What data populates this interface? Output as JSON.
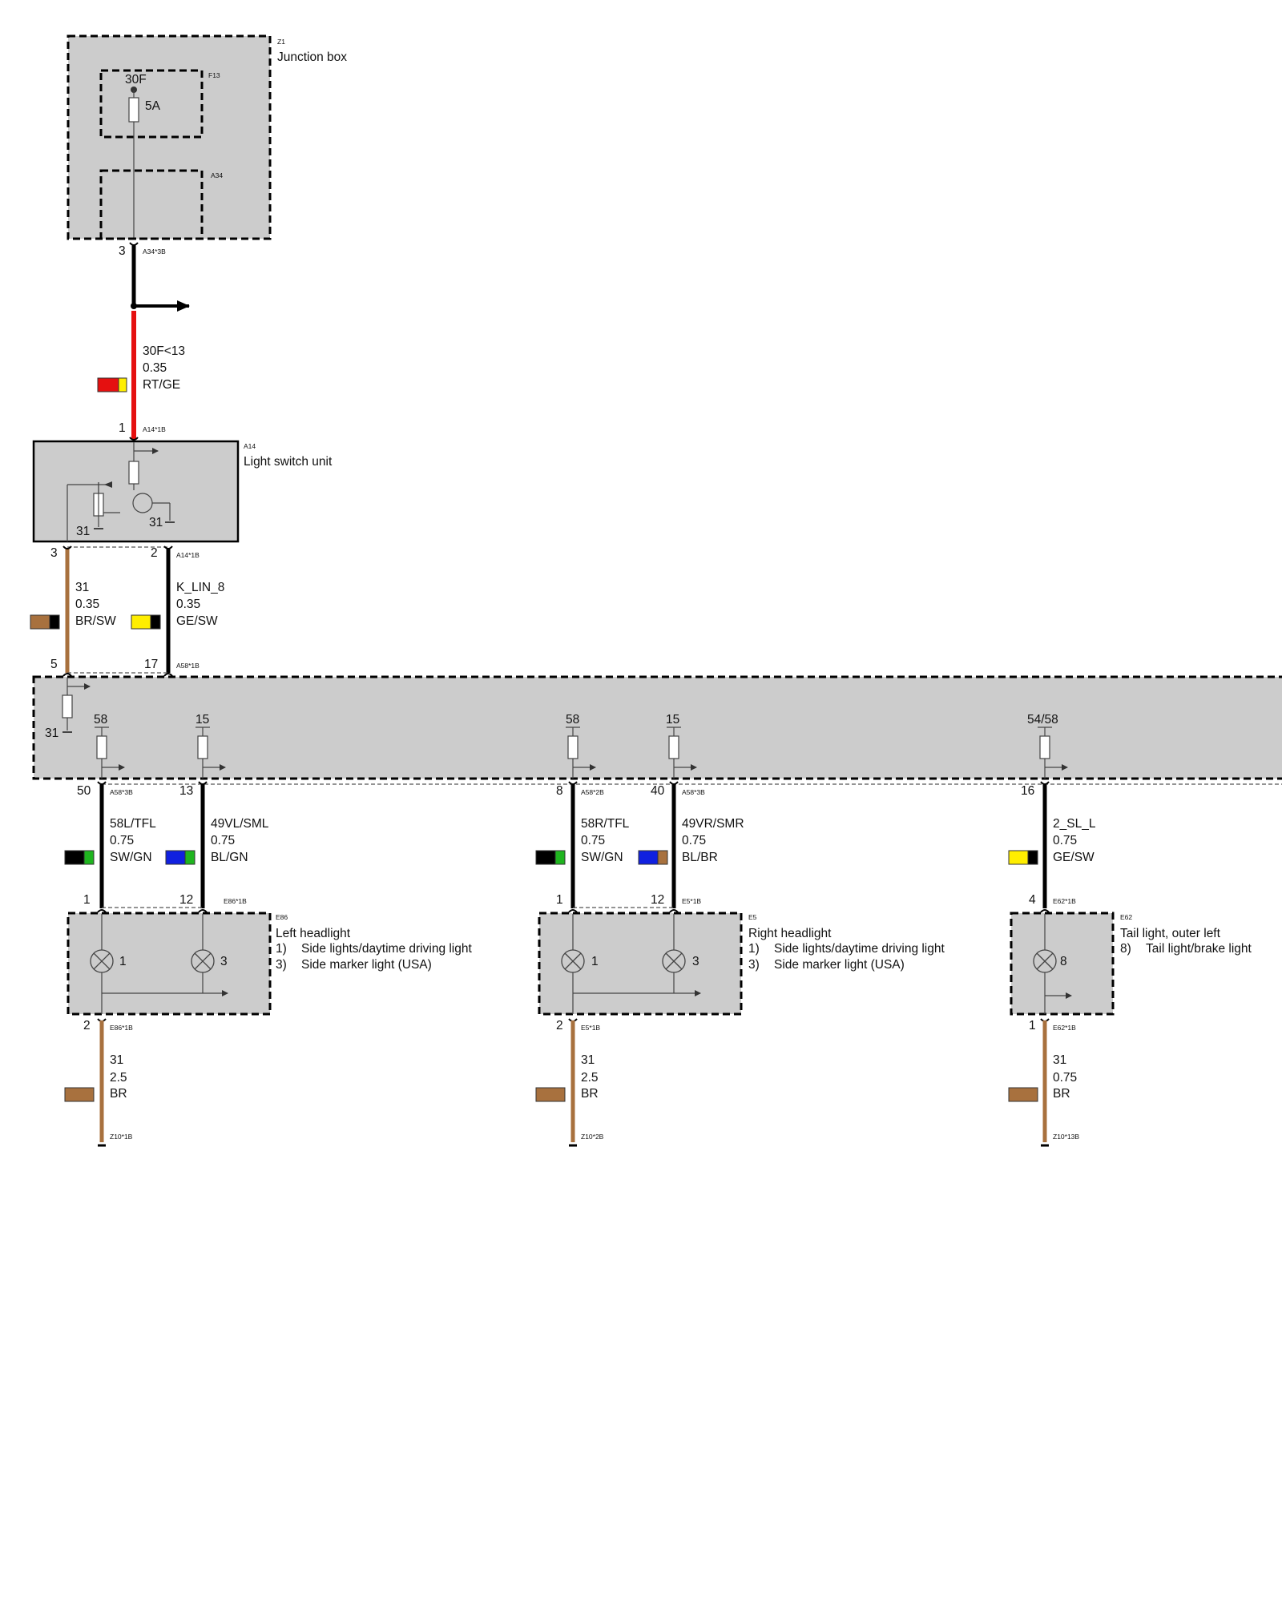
{
  "colors": {
    "box_fill": "#cccccc",
    "wire_black": "#000000",
    "wire_red": "#e51010",
    "wire_brown": "#a8713e",
    "swatch_yellow": "#ffee00",
    "swatch_green": "#1fb51f",
    "swatch_blue": "#1020e0",
    "swatch_brown": "#a8713e",
    "swatch_red": "#e51010"
  },
  "junction_box": {
    "id": "Z1",
    "name": "Junction box",
    "fuse_id": "F13",
    "fuse_terminal": "30F",
    "fuse_rating": "5A",
    "module_id": "A34",
    "pin": "3",
    "connector": "A34*3B"
  },
  "supply_wire": {
    "signal": "30F<13",
    "size": "0.35",
    "color": "RT/GE"
  },
  "light_switch": {
    "id": "A14",
    "name": "Light switch unit",
    "pin_in": "1",
    "connector_in": "A14*1B",
    "ground_left": "31",
    "ground_right": "31",
    "pin_out_left": "3",
    "pin_out_right": "2",
    "connector_out": "A14*1B"
  },
  "wire_ground_switch": {
    "signal": "31",
    "size": "0.35",
    "color": "BR/SW"
  },
  "wire_lin": {
    "signal": "K_LIN_8",
    "size": "0.35",
    "color": "GE/SW"
  },
  "control_unit": {
    "pin_left": "5",
    "pin_lin": "17",
    "connector": "A58*1B",
    "ground": "31",
    "terminals": [
      "58",
      "15",
      "58",
      "15",
      "54/58"
    ]
  },
  "outputs": [
    {
      "pin": "50",
      "connector": "A58*3B",
      "signal": "58L/TFL",
      "size": "0.75",
      "color": "SW/GN",
      "load_pin": "1"
    },
    {
      "pin": "13",
      "connector": "",
      "signal": "49VL/SML",
      "size": "0.75",
      "color": "BL/GN",
      "load_pin": "12"
    },
    {
      "pin": "8",
      "connector": "A58*2B",
      "signal": "58R/TFL",
      "size": "0.75",
      "color": "SW/GN",
      "load_pin": "1"
    },
    {
      "pin": "40",
      "connector": "A58*3B",
      "signal": "49VR/SMR",
      "size": "0.75",
      "color": "BL/BR",
      "load_pin": "12"
    },
    {
      "pin": "16",
      "connector": "",
      "signal": "2_SL_L",
      "size": "0.75",
      "color": "GE/SW",
      "load_pin": "4"
    }
  ],
  "left_headlight": {
    "id": "E86",
    "connector": "E86*1B",
    "name": "Left headlight",
    "lamps": [
      "1",
      "3"
    ],
    "legend": [
      {
        "num": "1)",
        "text": "Side lights/daytime driving light"
      },
      {
        "num": "3)",
        "text": "Side marker light (USA)"
      }
    ],
    "ground_pin": "2",
    "ground_connector": "E86*1B",
    "ground_wire": {
      "signal": "31",
      "size": "2.5",
      "color": "BR"
    },
    "ground_point": "Z10*1B"
  },
  "right_headlight": {
    "id": "E5",
    "connector": "E5*1B",
    "name": "Right headlight",
    "lamps": [
      "1",
      "3"
    ],
    "legend": [
      {
        "num": "1)",
        "text": "Side lights/daytime driving light"
      },
      {
        "num": "3)",
        "text": "Side marker light (USA)"
      }
    ],
    "ground_pin": "2",
    "ground_connector": "E5*1B",
    "ground_wire": {
      "signal": "31",
      "size": "2.5",
      "color": "BR"
    },
    "ground_point": "Z10*2B"
  },
  "tail_light": {
    "id": "E62",
    "connector": "E62*1B",
    "name": "Tail light, outer left",
    "lamps": [
      "8"
    ],
    "legend": [
      {
        "num": "8)",
        "text": "Tail light/brake light"
      }
    ],
    "ground_pin": "1",
    "ground_connector": "E62*1B",
    "ground_wire": {
      "signal": "31",
      "size": "0.75",
      "color": "BR"
    },
    "ground_point": "Z10*13B"
  }
}
